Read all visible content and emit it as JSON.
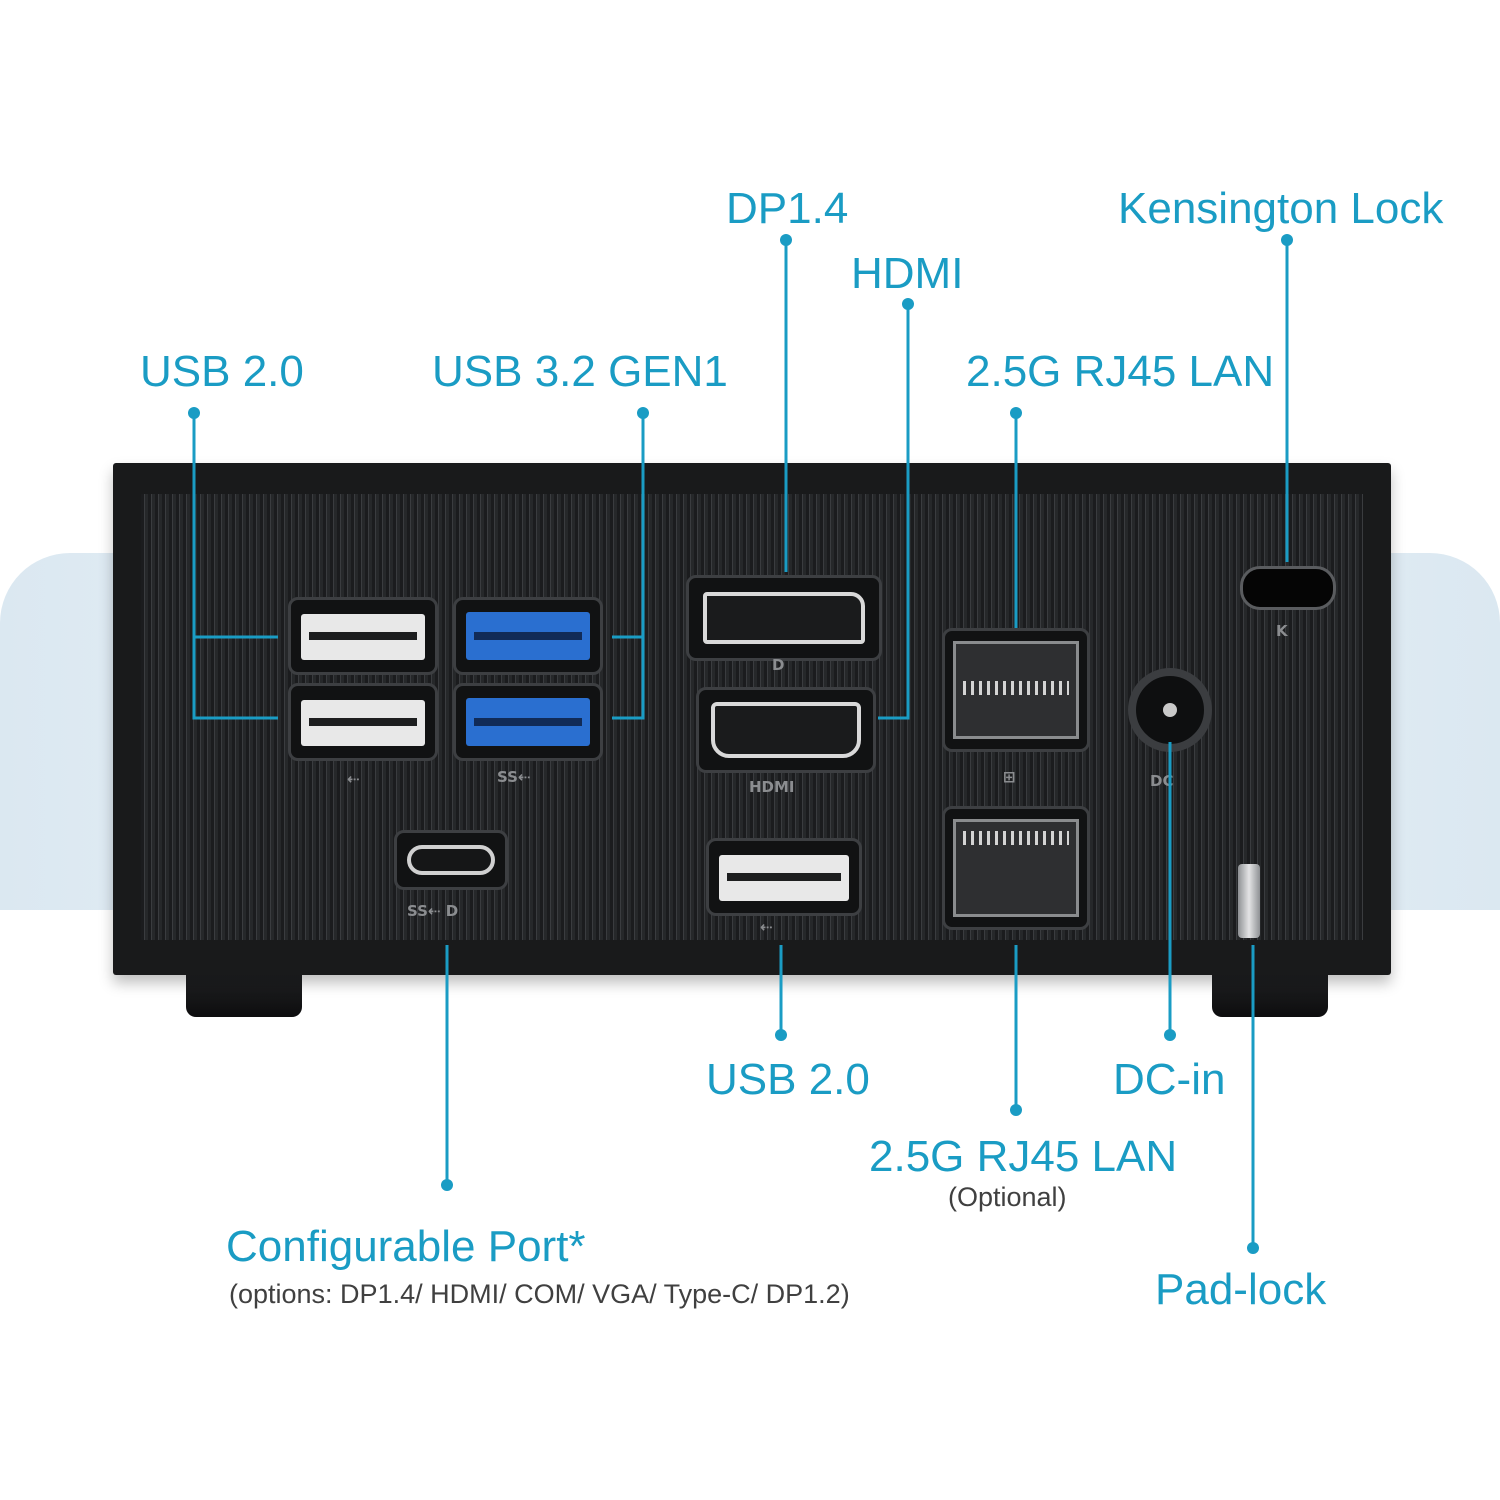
{
  "labels": {
    "usb20_top": "USB 2.0",
    "usb32": "USB 3.2 GEN1",
    "dp14": "DP1.4",
    "hdmi": "HDMI",
    "kensington": "Kensington Lock",
    "lan_top": "2.5G RJ45 LAN",
    "configurable": "Configurable Port*",
    "configurable_options": "(options: DP1.4/ HDMI/ COM/ VGA/ Type-C/ DP1.2)",
    "usb20_bottom": "USB 2.0",
    "lan_bottom": "2.5G RJ45 LAN",
    "lan_bottom_note": "(Optional)",
    "dcin": "DC-in",
    "padlock": "Pad-lock"
  },
  "colors": {
    "accent": "#1a9cc4",
    "device_body": "#191a1b",
    "backdrop": "#dbe8f1"
  },
  "icons": {
    "port_glyphs": [
      "usb-trident-icon",
      "superspeed-icon",
      "displayport-icon",
      "hdmi-logo-icon",
      "network-icon",
      "dc-in-icon",
      "kensington-k-icon"
    ]
  }
}
